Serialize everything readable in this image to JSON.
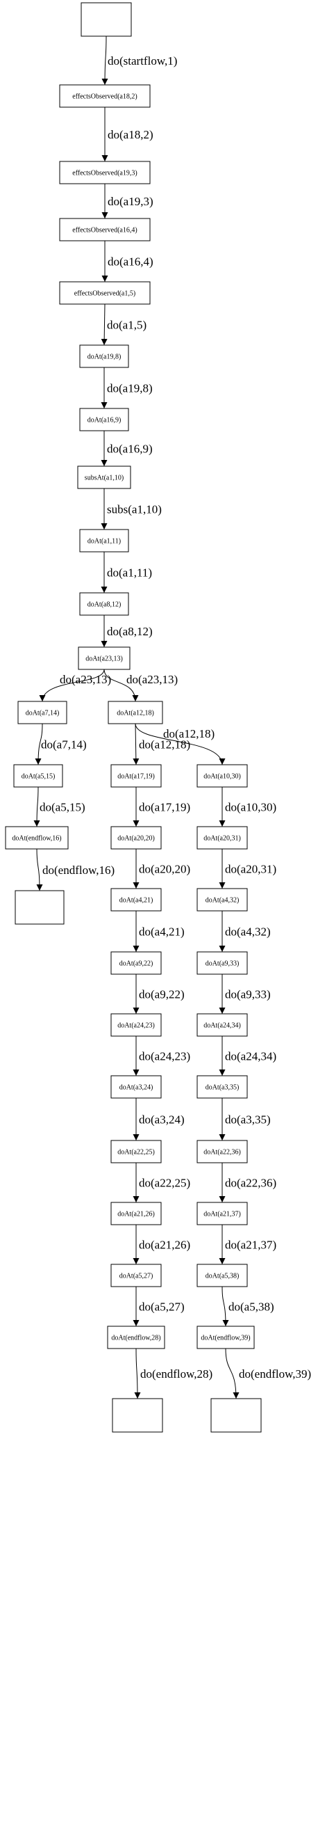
{
  "nodes": [
    {
      "id": "n0",
      "label": ""
    },
    {
      "id": "n1",
      "label": "effectsObserved(a18,2)"
    },
    {
      "id": "n2",
      "label": "effectsObserved(a19,3)"
    },
    {
      "id": "n3",
      "label": "effectsObserved(a16,4)"
    },
    {
      "id": "n4",
      "label": "effectsObserved(a1,5)"
    },
    {
      "id": "n5",
      "label": "doAt(a19,8)"
    },
    {
      "id": "n6",
      "label": "doAt(a16,9)"
    },
    {
      "id": "n7",
      "label": "subsAt(a1,10)"
    },
    {
      "id": "n8",
      "label": "doAt(a1,11)"
    },
    {
      "id": "n9",
      "label": "doAt(a8,12)"
    },
    {
      "id": "n10",
      "label": "doAt(a23,13)"
    },
    {
      "id": "n11",
      "label": "doAt(a7,14)"
    },
    {
      "id": "n12",
      "label": "doAt(a5,15)"
    },
    {
      "id": "n13",
      "label": "doAt(endflow,16)"
    },
    {
      "id": "n14",
      "label": ""
    },
    {
      "id": "n15",
      "label": "doAt(a12,18)"
    },
    {
      "id": "n16",
      "label": "doAt(a17,19)"
    },
    {
      "id": "n17",
      "label": "doAt(a20,20)"
    },
    {
      "id": "n18",
      "label": "doAt(a4,21)"
    },
    {
      "id": "n19",
      "label": "doAt(a9,22)"
    },
    {
      "id": "n20",
      "label": "doAt(a24,23)"
    },
    {
      "id": "n21",
      "label": "doAt(a3,24)"
    },
    {
      "id": "n22",
      "label": "doAt(a22,25)"
    },
    {
      "id": "n23",
      "label": "doAt(a21,26)"
    },
    {
      "id": "n24",
      "label": "doAt(a5,27)"
    },
    {
      "id": "n25",
      "label": "doAt(endflow,28)"
    },
    {
      "id": "n26",
      "label": ""
    },
    {
      "id": "n27",
      "label": "doAt(a10,30)"
    },
    {
      "id": "n28",
      "label": "doAt(a20,31)"
    },
    {
      "id": "n29",
      "label": "doAt(a4,32)"
    },
    {
      "id": "n30",
      "label": "doAt(a9,33)"
    },
    {
      "id": "n31",
      "label": "doAt(a24,34)"
    },
    {
      "id": "n32",
      "label": "doAt(a3,35)"
    },
    {
      "id": "n33",
      "label": "doAt(a22,36)"
    },
    {
      "id": "n34",
      "label": "doAt(a21,37)"
    },
    {
      "id": "n35",
      "label": "doAt(a5,38)"
    },
    {
      "id": "n36",
      "label": "doAt(endflow,39)"
    },
    {
      "id": "n37",
      "label": ""
    }
  ],
  "edges": [
    {
      "from": "n0",
      "to": "n1",
      "label": "do(startflow,1)"
    },
    {
      "from": "n1",
      "to": "n2",
      "label": "do(a18,2)"
    },
    {
      "from": "n2",
      "to": "n3",
      "label": "do(a19,3)"
    },
    {
      "from": "n3",
      "to": "n4",
      "label": "do(a16,4)"
    },
    {
      "from": "n4",
      "to": "n5",
      "label": "do(a1,5)"
    },
    {
      "from": "n5",
      "to": "n6",
      "label": "do(a19,8)"
    },
    {
      "from": "n6",
      "to": "n7",
      "label": "do(a16,9)"
    },
    {
      "from": "n7",
      "to": "n8",
      "label": "subs(a1,10)"
    },
    {
      "from": "n8",
      "to": "n9",
      "label": "do(a1,11)"
    },
    {
      "from": "n9",
      "to": "n10",
      "label": "do(a8,12)"
    },
    {
      "from": "n10",
      "to": "n11",
      "label": "do(a23,13)"
    },
    {
      "from": "n10",
      "to": "n15",
      "label": "do(a23,13)"
    },
    {
      "from": "n11",
      "to": "n12",
      "label": "do(a7,14)"
    },
    {
      "from": "n12",
      "to": "n13",
      "label": "do(a5,15)"
    },
    {
      "from": "n13",
      "to": "n14",
      "label": "do(endflow,16)"
    },
    {
      "from": "n15",
      "to": "n16",
      "label": "do(a12,18)"
    },
    {
      "from": "n15",
      "to": "n27",
      "label": "do(a12,18)"
    },
    {
      "from": "n16",
      "to": "n17",
      "label": "do(a17,19)"
    },
    {
      "from": "n17",
      "to": "n18",
      "label": "do(a20,20)"
    },
    {
      "from": "n18",
      "to": "n19",
      "label": "do(a4,21)"
    },
    {
      "from": "n19",
      "to": "n20",
      "label": "do(a9,22)"
    },
    {
      "from": "n20",
      "to": "n21",
      "label": "do(a24,23)"
    },
    {
      "from": "n21",
      "to": "n22",
      "label": "do(a3,24)"
    },
    {
      "from": "n22",
      "to": "n23",
      "label": "do(a22,25)"
    },
    {
      "from": "n23",
      "to": "n24",
      "label": "do(a21,26)"
    },
    {
      "from": "n24",
      "to": "n25",
      "label": "do(a5,27)"
    },
    {
      "from": "n25",
      "to": "n26",
      "label": "do(endflow,28)"
    },
    {
      "from": "n27",
      "to": "n28",
      "label": "do(a10,30)"
    },
    {
      "from": "n28",
      "to": "n29",
      "label": "do(a20,31)"
    },
    {
      "from": "n29",
      "to": "n30",
      "label": "do(a4,32)"
    },
    {
      "from": "n30",
      "to": "n31",
      "label": "do(a9,33)"
    },
    {
      "from": "n31",
      "to": "n32",
      "label": "do(a24,34)"
    },
    {
      "from": "n32",
      "to": "n33",
      "label": "do(a3,35)"
    },
    {
      "from": "n33",
      "to": "n34",
      "label": "do(a22,36)"
    },
    {
      "from": "n34",
      "to": "n35",
      "label": "do(a21,37)"
    },
    {
      "from": "n35",
      "to": "n36",
      "label": "do(a5,38)"
    },
    {
      "from": "n36",
      "to": "n37",
      "label": "do(endflow,39)"
    }
  ]
}
